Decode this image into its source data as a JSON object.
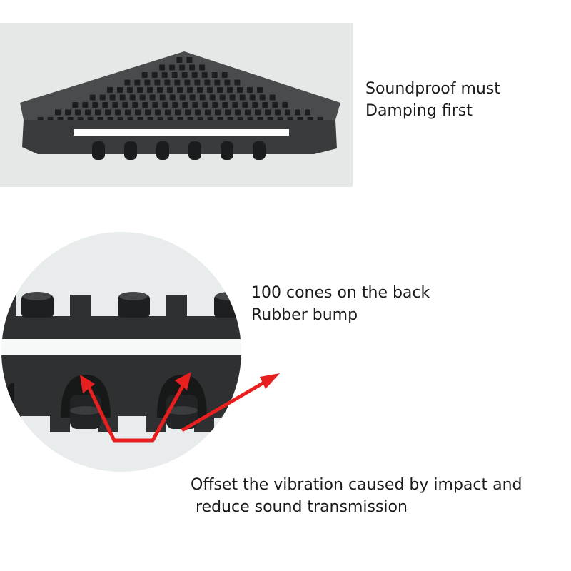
{
  "captions": {
    "top": {
      "line1": "Soundproof must",
      "line2": "Damping first"
    },
    "middle": {
      "line1": "100 cones on the back",
      "line2": "Rubber bump"
    },
    "bottom": {
      "line1": "Offset the vibration caused by impact and",
      "line2": "reduce sound transmission"
    }
  },
  "colors": {
    "pad": "#3a3b3c",
    "pad_dark": "#2a2b2c",
    "panel_bg": "#e4e8e7",
    "circle_bg": "#e8ecec",
    "arrow": "#e81f1f",
    "strip": "#ffffff"
  }
}
